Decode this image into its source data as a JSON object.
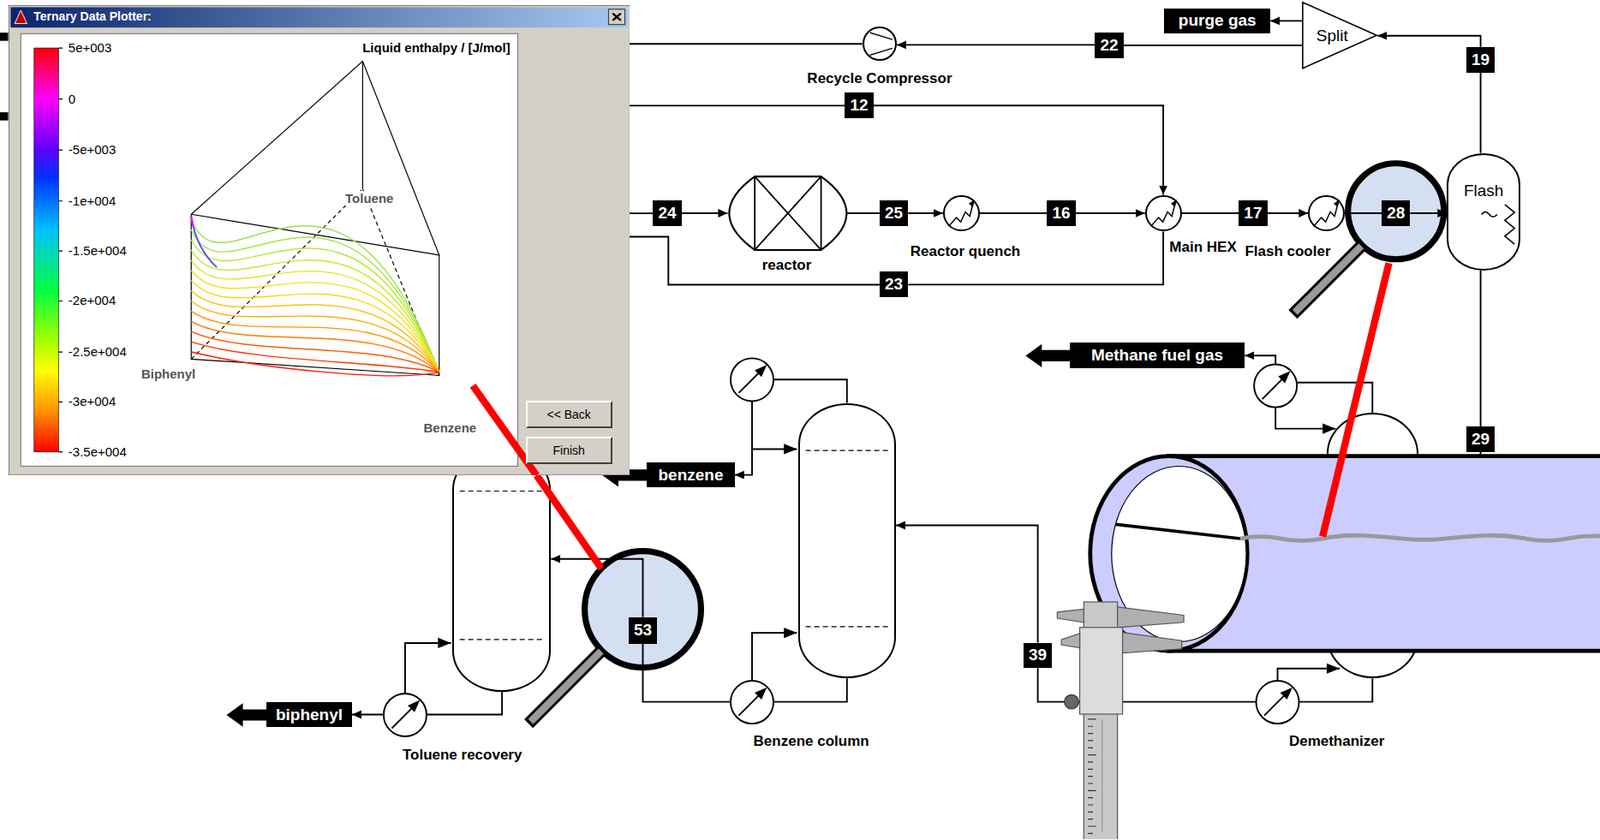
{
  "diagram": {
    "nodes": [
      {
        "text": [
          "Ternary Data Plotter:"
        ]
      },
      {
        "text": [
          "<< Back"
        ],
        "in": 0
      },
      {
        "text": [
          "Finish"
        ],
        "in": 0
      },
      {
        "text": [
          "purge gas"
        ]
      },
      {
        "text": [
          "Split"
        ]
      },
      {
        "text": [
          "19"
        ]
      },
      {
        "text": [
          "22"
        ]
      },
      {
        "text": [
          "Recycle Compressor"
        ]
      },
      {
        "text": [
          "12"
        ]
      },
      {
        "text": [
          "24"
        ]
      },
      {
        "text": [
          "reactor"
        ]
      },
      {
        "text": [
          "25"
        ]
      },
      {
        "text": [
          "Reactor quench"
        ]
      },
      {
        "text": [
          "16"
        ]
      },
      {
        "text": [
          "Main HEX"
        ]
      },
      {
        "text": [
          "17"
        ]
      },
      {
        "text": [
          "Flash cooler"
        ]
      },
      {
        "text": [
          "28"
        ]
      },
      {
        "text": [
          "Flash"
        ]
      },
      {
        "text": [
          "23"
        ]
      },
      {
        "text": [
          "29"
        ]
      },
      {
        "text": [
          "Methane fuel gas"
        ]
      },
      {
        "text": [
          "Demethanizer"
        ]
      },
      {
        "text": [
          "39"
        ]
      },
      {
        "text": [
          "benzene"
        ]
      },
      {
        "text": [
          "Benzene column"
        ]
      },
      {
        "text": [
          "53"
        ]
      },
      {
        "text": [
          "Toluene recovery"
        ]
      },
      {
        "text": [
          "biphenyl"
        ]
      }
    ],
    "edges": [
      {
        "from": 18,
        "to": 5,
        "arrow": "none"
      },
      {
        "from": 5,
        "to": 4,
        "arrow": "to"
      },
      {
        "from": 4,
        "to": 3,
        "arrow": "to"
      },
      {
        "from": 4,
        "to": 6,
        "arrow": "none"
      },
      {
        "from": 6,
        "to": 7,
        "arrow": "to"
      },
      {
        "from": 8,
        "to": 14,
        "arrow": "to"
      },
      {
        "from": 9,
        "to": 10,
        "arrow": "to"
      },
      {
        "from": 10,
        "to": 11,
        "arrow": "none"
      },
      {
        "from": 11,
        "to": 12,
        "arrow": "to"
      },
      {
        "from": 12,
        "to": 13,
        "arrow": "none"
      },
      {
        "from": 13,
        "to": 14,
        "arrow": "to"
      },
      {
        "from": 14,
        "to": 15,
        "arrow": "none"
      },
      {
        "from": 15,
        "to": 16,
        "arrow": "to"
      },
      {
        "from": 16,
        "to": 17,
        "arrow": "none"
      },
      {
        "from": 17,
        "to": 18,
        "arrow": "to"
      },
      {
        "from": 14,
        "to": 19,
        "arrow": "none"
      },
      {
        "from": 18,
        "to": 20,
        "arrow": "none"
      },
      {
        "from": 20,
        "to": 22,
        "arrow": "to"
      },
      {
        "from": 22,
        "to": 21,
        "arrow": "to"
      },
      {
        "from": 22,
        "to": 23,
        "arrow": "none"
      },
      {
        "from": 23,
        "to": 25,
        "arrow": "to"
      },
      {
        "from": 25,
        "to": 24,
        "arrow": "to"
      },
      {
        "from": 25,
        "to": 26,
        "arrow": "none"
      },
      {
        "from": 26,
        "to": 27,
        "arrow": "to"
      },
      {
        "from": 27,
        "to": 28,
        "arrow": "to"
      }
    ],
    "labels": [
      "Liquid enthalpy / [J/mol]",
      "5e+003",
      "0",
      "-5e+003",
      "-1e+004",
      "-1.5e+004",
      "-2e+004",
      "-2.5e+004",
      "-3e+004",
      "-3.5e+004",
      "Toluene",
      "Biphenyl",
      "Benzene"
    ]
  }
}
